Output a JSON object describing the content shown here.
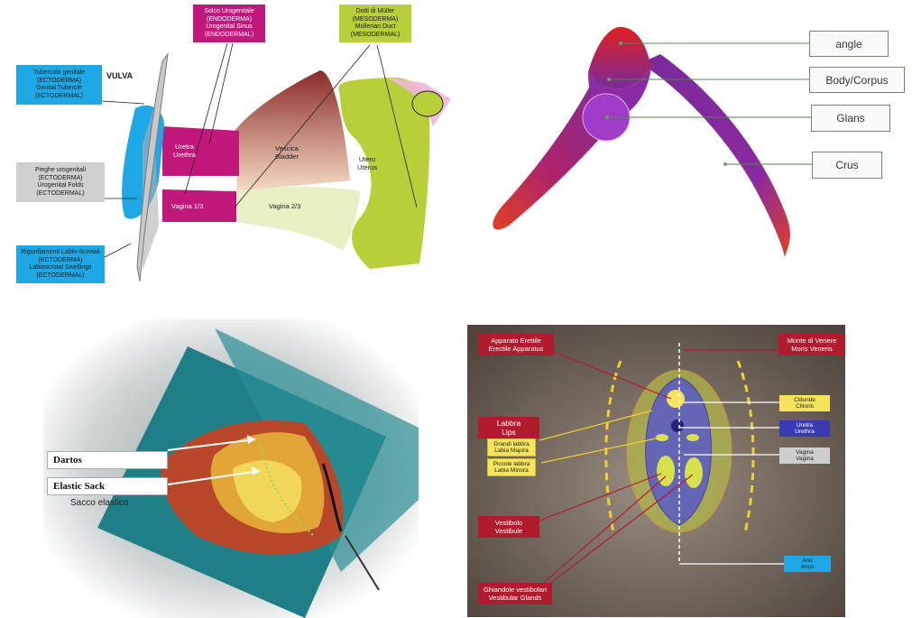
{
  "panel_embryology": {
    "vulva_title": "VULVA",
    "labels": {
      "genital_tubercle": [
        "Tubercolo genitale",
        "(ECTODERMA)",
        "Genital Tubercle",
        "(ECTODERMAL)"
      ],
      "urogenital_folds": [
        "Pieghe urogenitali",
        "(ECTODERMA)",
        "Urogenital Folds",
        "(ECTODERMAL)"
      ],
      "labioscrotal_swellings": [
        "Rigonfiamenti Labio-Scrotali",
        "(ECTODERMA)",
        "Labioscrotal Swellings",
        "(ECTODERMAL)"
      ],
      "urogenital_sinus": [
        "Solco Urogenitale",
        "(ENDODERMA)",
        "Urogenital Sinus",
        "(ENDODERMAL)"
      ],
      "mullerian_duct": [
        "Dotti di Müller",
        "(MESODERMA)",
        "Müllerian Duct",
        "(MESODERMAL)"
      ]
    },
    "organs": {
      "urethra": [
        "Uretra",
        "Urethra"
      ],
      "bladder": [
        "Vescica",
        "Bladder"
      ],
      "uterus": [
        "Utero",
        "Uterus"
      ],
      "vagina_1_3": "Vagina 1/3",
      "vagina_2_3": "Vagina 2/3"
    },
    "colors": {
      "ectoderm": "#1ea9e6",
      "endoderm": "#c2187b",
      "mesoderm": "#b8cf3a"
    }
  },
  "panel_clitoris": {
    "labels": [
      "angle",
      "Body/Corpus",
      "Glans",
      "Crus"
    ]
  },
  "panel_surgery": {
    "label_dartos": "Dartos",
    "label_elastic_sack": "Elastic  Sack",
    "label_sacco": "Sacco elastico"
  },
  "panel_anatomy": {
    "left": {
      "erectile": [
        "Apparato Erettile",
        "Erectile Apparatus"
      ],
      "lips": [
        "Labbra",
        "Lips"
      ],
      "labia_majora": [
        "Grandi labbra",
        "Labia Majora"
      ],
      "labia_minora": [
        "Piccole labbra",
        "Labia Minora"
      ],
      "vestibule": [
        "Vestibolo",
        "Vestibule"
      ],
      "glands": [
        "Ghiandole vestibolari",
        "Vestibular Glands"
      ]
    },
    "right": {
      "mons": [
        "Monte di Venere",
        "Mons Veneris"
      ],
      "clitoris": [
        "Clitoride",
        "Clitoris"
      ],
      "urethra": [
        "Uretra",
        "Urethra"
      ],
      "vagina": [
        "Vagina",
        "Vagina"
      ],
      "anus": [
        "Ano",
        "Anus"
      ]
    }
  }
}
